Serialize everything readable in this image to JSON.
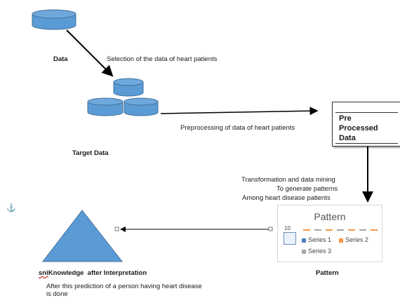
{
  "nodes": {
    "data_label": "Data",
    "target_label": "Target Data",
    "preprocessed": [
      "Pre",
      "Processed",
      "Data"
    ],
    "pattern_label": "Pattern",
    "knowledge_prefix": "sni",
    "knowledge_label": "Knowledge  after Interpretation"
  },
  "edges": {
    "selection": "Selection of the data of heart patients",
    "preprocessing": "Preprocessing of data of heart patients",
    "transformation": [
      "Transformation and data mining",
      "To generate patterns",
      "Among heart disease patients"
    ]
  },
  "chart": {
    "title": "Pattern",
    "tick": "10",
    "legend": [
      {
        "name": "Series 1",
        "color": "#4f81bd"
      },
      {
        "name": "Series 2",
        "color": "#f79646"
      },
      {
        "name": "Series 3",
        "color": "#a5a5a5"
      }
    ]
  },
  "anchor_glyph": "⚓",
  "conclusion": [
    "After this prediction of a person having heart disease",
    "is done"
  ],
  "colors": {
    "shape_fill": "#5b9bd5",
    "shape_stroke": "#41719c"
  }
}
